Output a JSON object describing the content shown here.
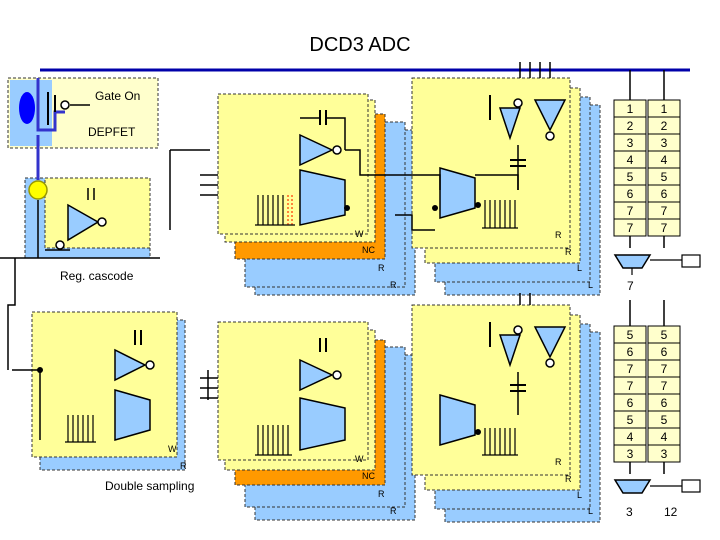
{
  "title": "DCD3 ADC",
  "labels": {
    "gate_on": "Gate On",
    "depfet": "DEPFET",
    "reg_cascode": "Reg. cascode",
    "double_sampling": "Double sampling"
  },
  "cell_labels": {
    "w": "W",
    "r": "R",
    "nc": "NC",
    "l": "L"
  },
  "column_a_top": [
    "1",
    "2",
    "3",
    "4",
    "5",
    "6",
    "7",
    "7"
  ],
  "column_b_top": [
    "1",
    "2",
    "3",
    "4",
    "5",
    "6",
    "7",
    "7"
  ],
  "column_a_bottom": [
    "5",
    "6",
    "7",
    "7",
    "6",
    "5",
    "4",
    "3"
  ],
  "column_b_bottom": [
    "5",
    "6",
    "7",
    "7",
    "6",
    "5",
    "4",
    "3"
  ],
  "mux_top_output": "7",
  "mux_bottom_output_a": "3",
  "mux_bottom_output_b": "12",
  "colors": {
    "cell_fill": "#ffff99",
    "cell_fill_light": "#ffffcc",
    "blue_layer": "#99ccff",
    "orange_layer": "#ff9900",
    "dashed_border": "#333333",
    "wire": "#000000",
    "input_wire": "#0000cc",
    "dot_yellow": "#ffff00",
    "depfet_blue": "#0000ff",
    "highlight_red": "#ff3300"
  }
}
